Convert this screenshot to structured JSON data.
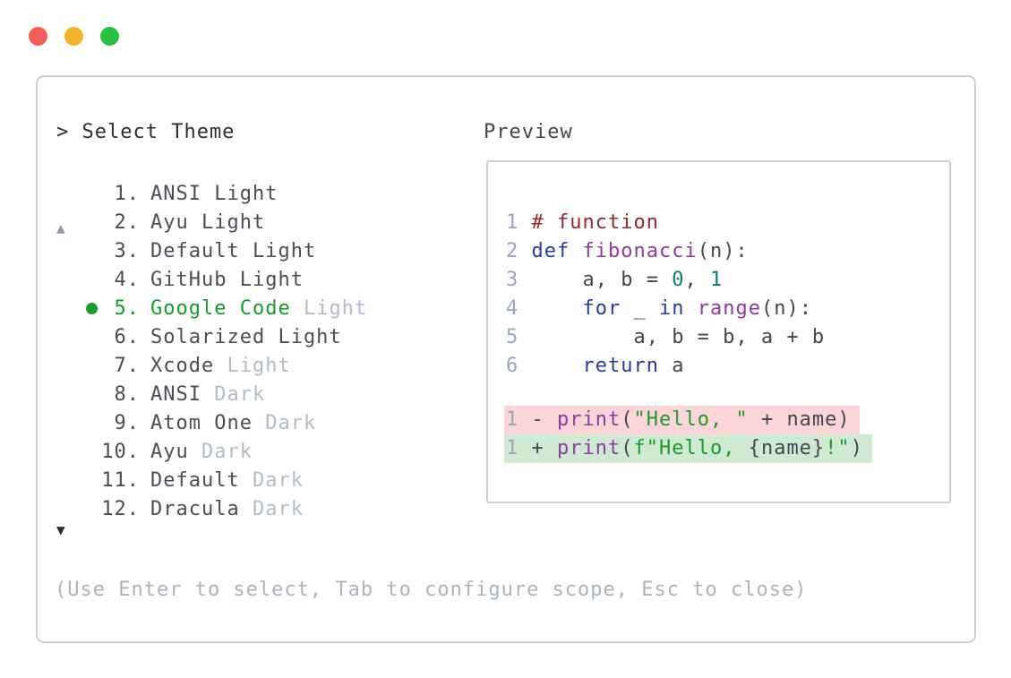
{
  "window": {
    "traffic_lights": [
      {
        "name": "close",
        "color": "#f25f58"
      },
      {
        "name": "minimize",
        "color": "#f3b32b"
      },
      {
        "name": "zoom",
        "color": "#2abf45"
      }
    ]
  },
  "picker": {
    "title": "> Select Theme",
    "up_indicator": "▲",
    "down_indicator": "▼",
    "hint": "(Use Enter to select, Tab to configure scope, Esc to close)",
    "selected_theme": "Google Code Light",
    "items": [
      {
        "number": "1.",
        "name": "ANSI Light",
        "suffix": "",
        "selected": false
      },
      {
        "number": "2.",
        "name": "Ayu Light",
        "suffix": "",
        "selected": false
      },
      {
        "number": "3.",
        "name": "Default Light",
        "suffix": "",
        "selected": false
      },
      {
        "number": "4.",
        "name": "GitHub Light",
        "suffix": "",
        "selected": false
      },
      {
        "number": "5.",
        "name": "Google Code",
        "suffix": " Light",
        "selected": true
      },
      {
        "number": "6.",
        "name": "Solarized Light",
        "suffix": "",
        "selected": false
      },
      {
        "number": "7.",
        "name": "Xcode",
        "suffix": " Light",
        "selected": false
      },
      {
        "number": "8.",
        "name": "ANSI",
        "suffix": " Dark",
        "selected": false
      },
      {
        "number": "9.",
        "name": "Atom One",
        "suffix": " Dark",
        "selected": false
      },
      {
        "number": "10.",
        "name": "Ayu",
        "suffix": " Dark",
        "selected": false
      },
      {
        "number": "11.",
        "name": "Default",
        "suffix": " Dark",
        "selected": false
      },
      {
        "number": "12.",
        "name": "Dracula",
        "suffix": " Dark",
        "selected": false
      }
    ]
  },
  "preview": {
    "title": "Preview",
    "code_lines": [
      {
        "num": "1",
        "tokens": [
          {
            "text": "# function",
            "style": "comment"
          }
        ]
      },
      {
        "num": "2",
        "tokens": [
          {
            "text": "def",
            "style": "kw"
          },
          {
            "text": " ",
            "style": "plain"
          },
          {
            "text": "fibonacci",
            "style": "fn"
          },
          {
            "text": "(n):",
            "style": "plain"
          }
        ]
      },
      {
        "num": "3",
        "tokens": [
          {
            "text": "    a, b = ",
            "style": "plain"
          },
          {
            "text": "0",
            "style": "num"
          },
          {
            "text": ", ",
            "style": "plain"
          },
          {
            "text": "1",
            "style": "num"
          }
        ]
      },
      {
        "num": "4",
        "tokens": [
          {
            "text": "    ",
            "style": "plain"
          },
          {
            "text": "for",
            "style": "kw"
          },
          {
            "text": " _ ",
            "style": "plain"
          },
          {
            "text": "in",
            "style": "kw"
          },
          {
            "text": " ",
            "style": "plain"
          },
          {
            "text": "range",
            "style": "fn"
          },
          {
            "text": "(n):",
            "style": "plain"
          }
        ]
      },
      {
        "num": "5",
        "tokens": [
          {
            "text": "        a, b = b, a + b",
            "style": "plain"
          }
        ]
      },
      {
        "num": "6",
        "tokens": [
          {
            "text": "    ",
            "style": "plain"
          },
          {
            "text": "return",
            "style": "kw"
          },
          {
            "text": " a",
            "style": "plain"
          }
        ]
      }
    ],
    "diff_lines": [
      {
        "num": "1",
        "kind": "removed",
        "tokens": [
          {
            "text": "- ",
            "style": "plain"
          },
          {
            "text": "print",
            "style": "fn"
          },
          {
            "text": "(",
            "style": "plain"
          },
          {
            "text": "\"Hello, \"",
            "style": "str"
          },
          {
            "text": " + name)",
            "style": "plain"
          }
        ]
      },
      {
        "num": "1",
        "kind": "added",
        "tokens": [
          {
            "text": "+ ",
            "style": "plain"
          },
          {
            "text": "print",
            "style": "fn"
          },
          {
            "text": "(",
            "style": "plain"
          },
          {
            "text": "f\"Hello, ",
            "style": "str"
          },
          {
            "text": "{name}",
            "style": "plain"
          },
          {
            "text": "!\"",
            "style": "str"
          },
          {
            "text": ")",
            "style": "plain"
          }
        ]
      }
    ]
  },
  "colors": {
    "accent_green": "#1a9b2b",
    "muted_text": "#b3bbc8",
    "dark_text": "#4a4e55",
    "line_number": "#9ba5b7",
    "keyword_blue": "#2b3a9e",
    "function_purple": "#8e3a9e",
    "comment_maroon": "#8f2b2b",
    "number_teal": "#0d7d72",
    "string_green": "#1a9b2b",
    "diff_removed_bg": "#fbd5d8",
    "diff_added_bg": "#cfe9d2",
    "panel_border": "#c9cfd9"
  }
}
